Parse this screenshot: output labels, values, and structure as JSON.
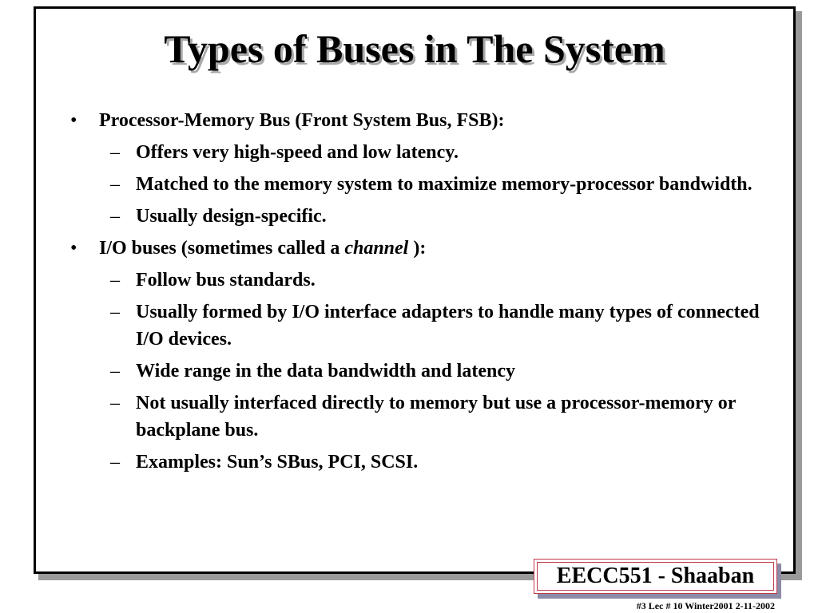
{
  "slide": {
    "title": "Types of Buses in The System",
    "bullet_marker": "•",
    "sub_marker": "–",
    "items": [
      {
        "text": "Processor-Memory Bus  (Front System Bus, FSB):",
        "subitems": [
          "Offers very high-speed and low latency.",
          "Matched to the memory system to maximize memory-processor bandwidth.",
          "Usually design-specific."
        ]
      },
      {
        "text_before": "I/O buses (sometimes called a ",
        "text_em": "channel",
        "text_after": " ):",
        "subitems": [
          "Follow bus standards.",
          "Usually formed by I/O interface adapters to handle many types of connected I/O devices.",
          "Wide range in the data bandwidth and latency",
          "Not usually interfaced directly to memory but use a processor-memory or backplane bus.",
          "Examples:  Sun’s SBus,  PCI, SCSI."
        ]
      }
    ]
  },
  "footer": {
    "badge": "EECC551 - Shaaban",
    "note": "#3   Lec # 10   Winter2001  2-11-2002"
  },
  "colors": {
    "badge_border": "#c0394b",
    "badge_shadow": "#8c8ca8",
    "title_shadow": "#a8a8a8"
  }
}
